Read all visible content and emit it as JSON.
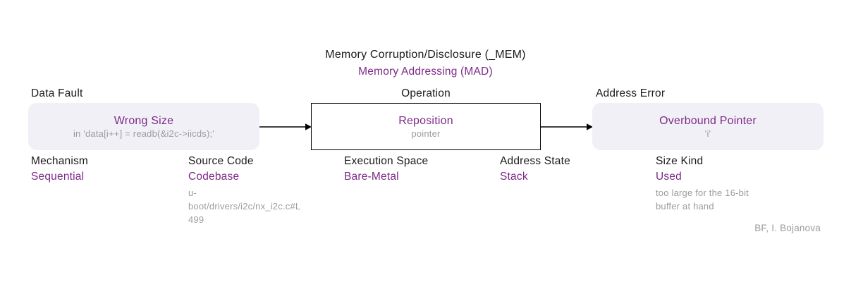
{
  "title": "Memory Corruption/Disclosure (_MEM)",
  "subtitle": "Memory Addressing (MAD)",
  "colors": {
    "accent": "#7c2b87",
    "box_fill": "#f2f0f7",
    "muted_text": "#9c9c9c",
    "ink": "#1b1b1b"
  },
  "flow": {
    "cause": {
      "section_label": "Data Fault",
      "name": "Wrong Size",
      "detail": "in 'data[i++] = readb(&i2c->iicds);'"
    },
    "operation": {
      "section_label": "Operation",
      "name": "Reposition",
      "detail": "pointer"
    },
    "consequence": {
      "section_label": "Address Error",
      "name": "Overbound Pointer",
      "detail": "'i'"
    }
  },
  "attributes": [
    {
      "label": "Mechanism",
      "value": "Sequential",
      "detail": ""
    },
    {
      "label": "Source Code",
      "value": "Codebase",
      "detail": "u-\nboot/drivers/i2c/nx_i2c.c#L\n499"
    },
    {
      "label": "Execution Space",
      "value": "Bare-Metal",
      "detail": ""
    },
    {
      "label": "Address State",
      "value": "Stack",
      "detail": ""
    },
    {
      "label": "Size Kind",
      "value": "Used",
      "detail": "too large for the 16-bit\nbuffer at hand"
    }
  ],
  "footer": "BF, I. Bojanova"
}
